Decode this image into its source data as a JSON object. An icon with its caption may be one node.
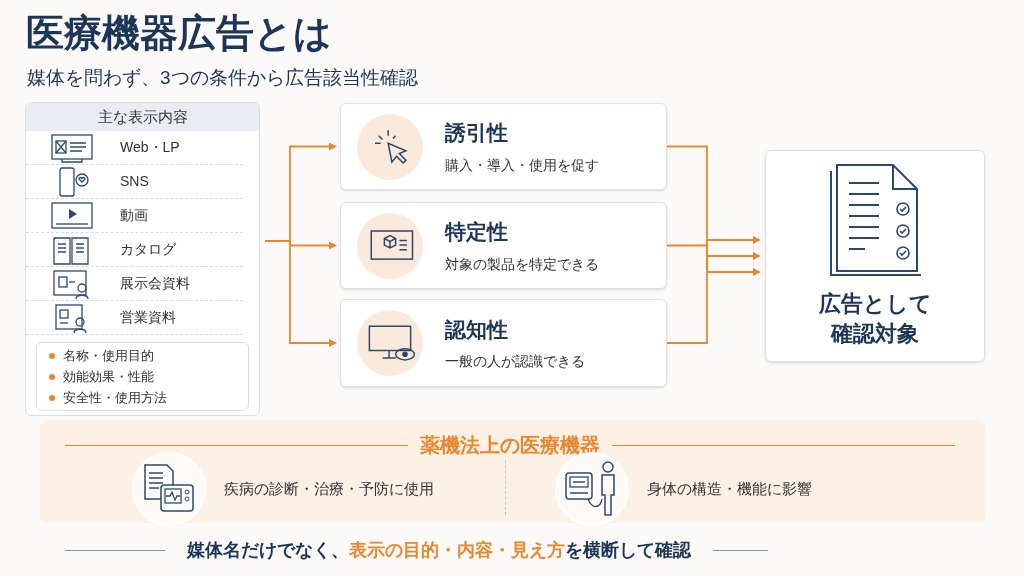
{
  "diagram": {
    "title": "医療機器広告とは",
    "caption": "媒体を問わず、3つの条件から広告該当性確認",
    "nodes": [
      {
        "text": [
          "主な表示内容",
          "Web・LP",
          "SNS",
          "動画",
          "カタログ",
          "展示会資料",
          "営業資料"
        ]
      },
      {
        "text": [
          "名称・使用目的",
          "効能効果・性能",
          "安全性・使用方法"
        ],
        "in": 0
      },
      {
        "text": [
          "誘引性",
          "購入・導入・使用を促す"
        ]
      },
      {
        "text": [
          "特定性",
          "対象の製品を特定できる"
        ]
      },
      {
        "text": [
          "認知性",
          "一般の人が認識できる"
        ]
      },
      {
        "text": [
          "広告として確認対象"
        ]
      },
      {
        "text": [
          "薬機法上の医療機器",
          "疾病の診断・治療・予防に使用",
          "身体の構造・機能に影響"
        ]
      }
    ],
    "edges": [
      {
        "from": 0,
        "to": 2,
        "arrow": "to"
      },
      {
        "from": 0,
        "to": 3,
        "arrow": "to"
      },
      {
        "from": 0,
        "to": 4,
        "arrow": "to"
      },
      {
        "from": 2,
        "to": 5,
        "arrow": "to"
      },
      {
        "from": 3,
        "to": 5,
        "arrow": "to"
      },
      {
        "from": 4,
        "to": 5,
        "arrow": "to"
      }
    ],
    "labels": [
      "媒体名だけでなく、**表示の目的・内容・見え方**を横断して確認"
    ]
  }
}
